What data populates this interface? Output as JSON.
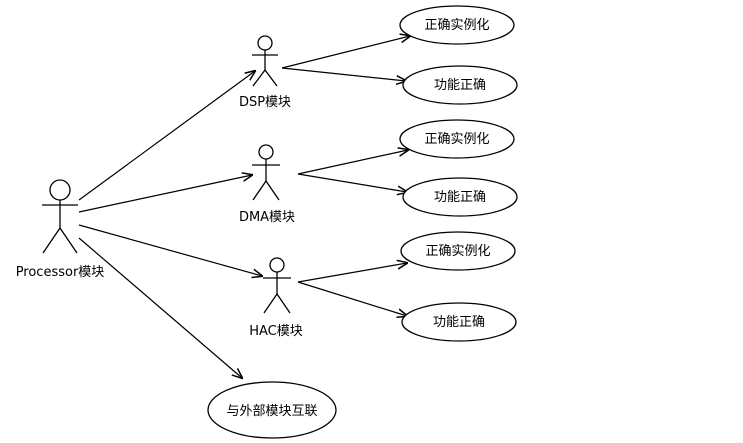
{
  "actors": [
    {
      "id": "processor",
      "label": "Processor模块"
    },
    {
      "id": "dsp",
      "label": "DSP模块"
    },
    {
      "id": "dma",
      "label": "DMA模块"
    },
    {
      "id": "hac",
      "label": "HAC模块"
    }
  ],
  "use_cases": [
    {
      "id": "dsp-instantiate",
      "label": "正确实例化"
    },
    {
      "id": "dsp-function",
      "label": "功能正确"
    },
    {
      "id": "dma-instantiate",
      "label": "正确实例化"
    },
    {
      "id": "dma-function",
      "label": "功能正确"
    },
    {
      "id": "hac-instantiate",
      "label": "正确实例化"
    },
    {
      "id": "hac-function",
      "label": "功能正确"
    },
    {
      "id": "external-interconnect",
      "label": "与外部模块互联"
    }
  ],
  "edges": [
    {
      "from": "processor",
      "to": "dsp"
    },
    {
      "from": "processor",
      "to": "dma"
    },
    {
      "from": "processor",
      "to": "hac"
    },
    {
      "from": "processor",
      "to": "external-interconnect"
    },
    {
      "from": "dsp",
      "to": "dsp-instantiate"
    },
    {
      "from": "dsp",
      "to": "dsp-function"
    },
    {
      "from": "dma",
      "to": "dma-instantiate"
    },
    {
      "from": "dma",
      "to": "dma-function"
    },
    {
      "from": "hac",
      "to": "hac-instantiate"
    },
    {
      "from": "hac",
      "to": "hac-function"
    }
  ]
}
